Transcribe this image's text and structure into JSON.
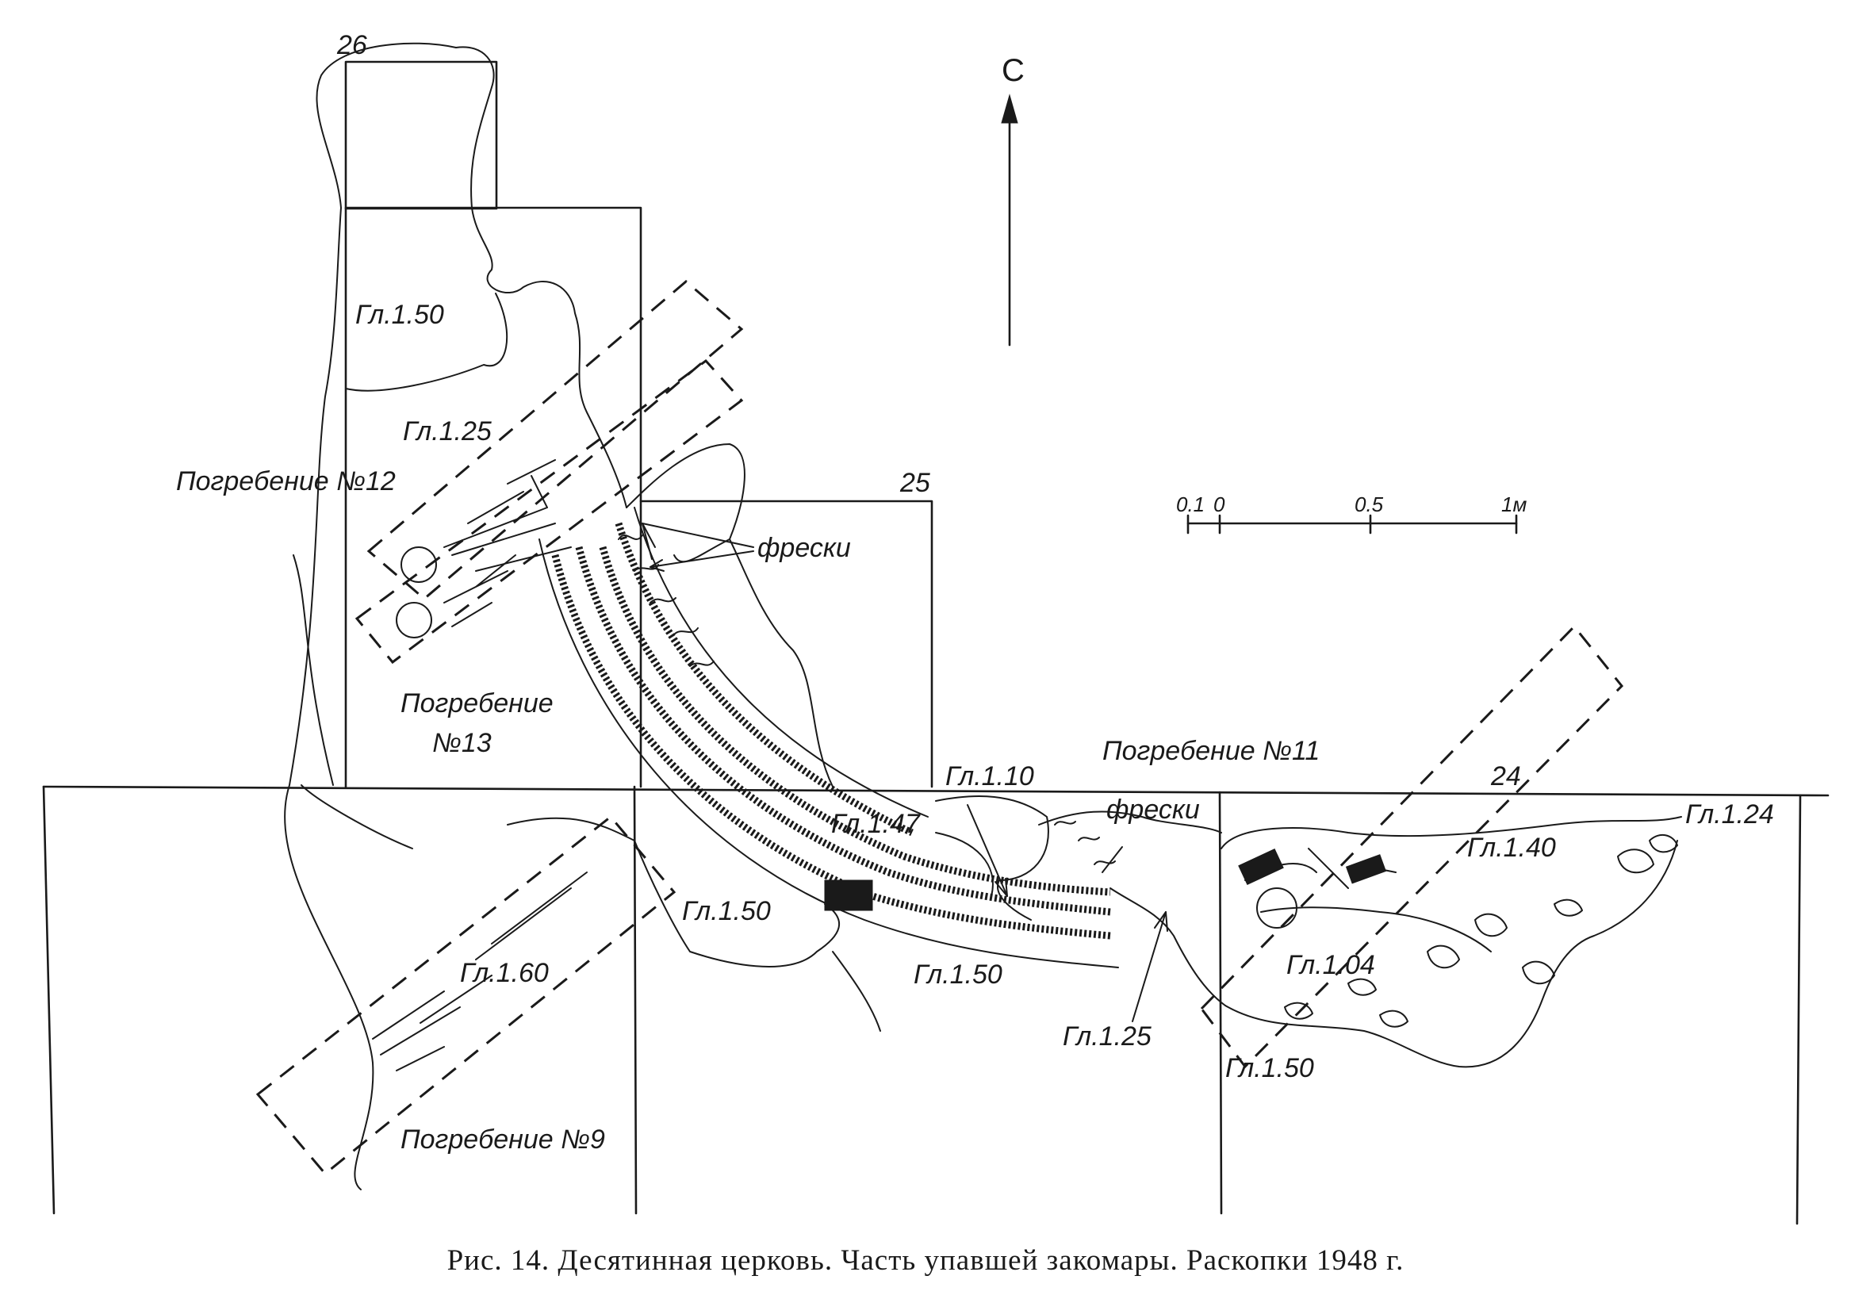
{
  "compass": {
    "north_label": "С"
  },
  "scale_bar": {
    "ticks": [
      "0.1",
      "0",
      "0.5",
      "1м"
    ]
  },
  "squares": {
    "s26": "26",
    "s25": "25",
    "s24": "24"
  },
  "depths": {
    "d1": "Гл.1.50",
    "d2": "Гл.1.25",
    "d3": "Гл.1.10",
    "d4": "Гл.1.47",
    "d5": "Гл.1.50",
    "d6": "Гл.1.50",
    "d7": "Гл.1.60",
    "d8": "Гл.1.24",
    "d9": "Гл.1.40",
    "d10": "Гл.1.04",
    "d11": "Гл.1.25",
    "d12": "Гл.1.50"
  },
  "burials": {
    "b12": "Погребение №12",
    "b13_line1": "Погребение",
    "b13_line2": "№13",
    "b11": "Погребение №11",
    "b9": "Погребение №9"
  },
  "frescoes": {
    "f1": "фрески",
    "f2": "фрески"
  },
  "caption": "Рис. 14. Десятинная церковь. Часть упавшей закомары. Раскопки 1948 г."
}
